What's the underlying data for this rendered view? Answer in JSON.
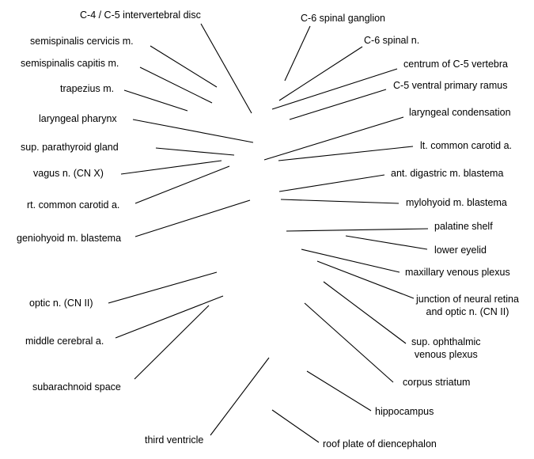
{
  "labels_left": [
    "C-4 / C-5 intervertebral disc",
    "semispinalis cervicis m.",
    "semispinalis capitis m.",
    "trapezius m.",
    "laryngeal pharynx",
    "sup. parathyroid gland",
    "vagus n. (CN X)",
    "rt. common carotid a.",
    "geniohyoid m. blastema",
    "optic n. (CN  II)",
    "middle cerebral a.",
    "subarachnoid space",
    "third ventricle"
  ],
  "labels_right": [
    "C-6 spinal ganglion",
    "C-6 spinal n.",
    "centrum of C-5 vertebra",
    "C-5 ventral primary ramus",
    "laryngeal condensation",
    "lt. common carotid a.",
    "ant. digastric m. blastema",
    "mylohyoid m. blastema",
    "palatine shelf",
    "lower eyelid",
    "maxillary venous plexus",
    "junction of neural retina\nand optic n. (CN II)",
    "sup. ophthalmic\nvenous plexus",
    "corpus striatum",
    "hippocampus",
    "roof plate of diencephalon"
  ]
}
